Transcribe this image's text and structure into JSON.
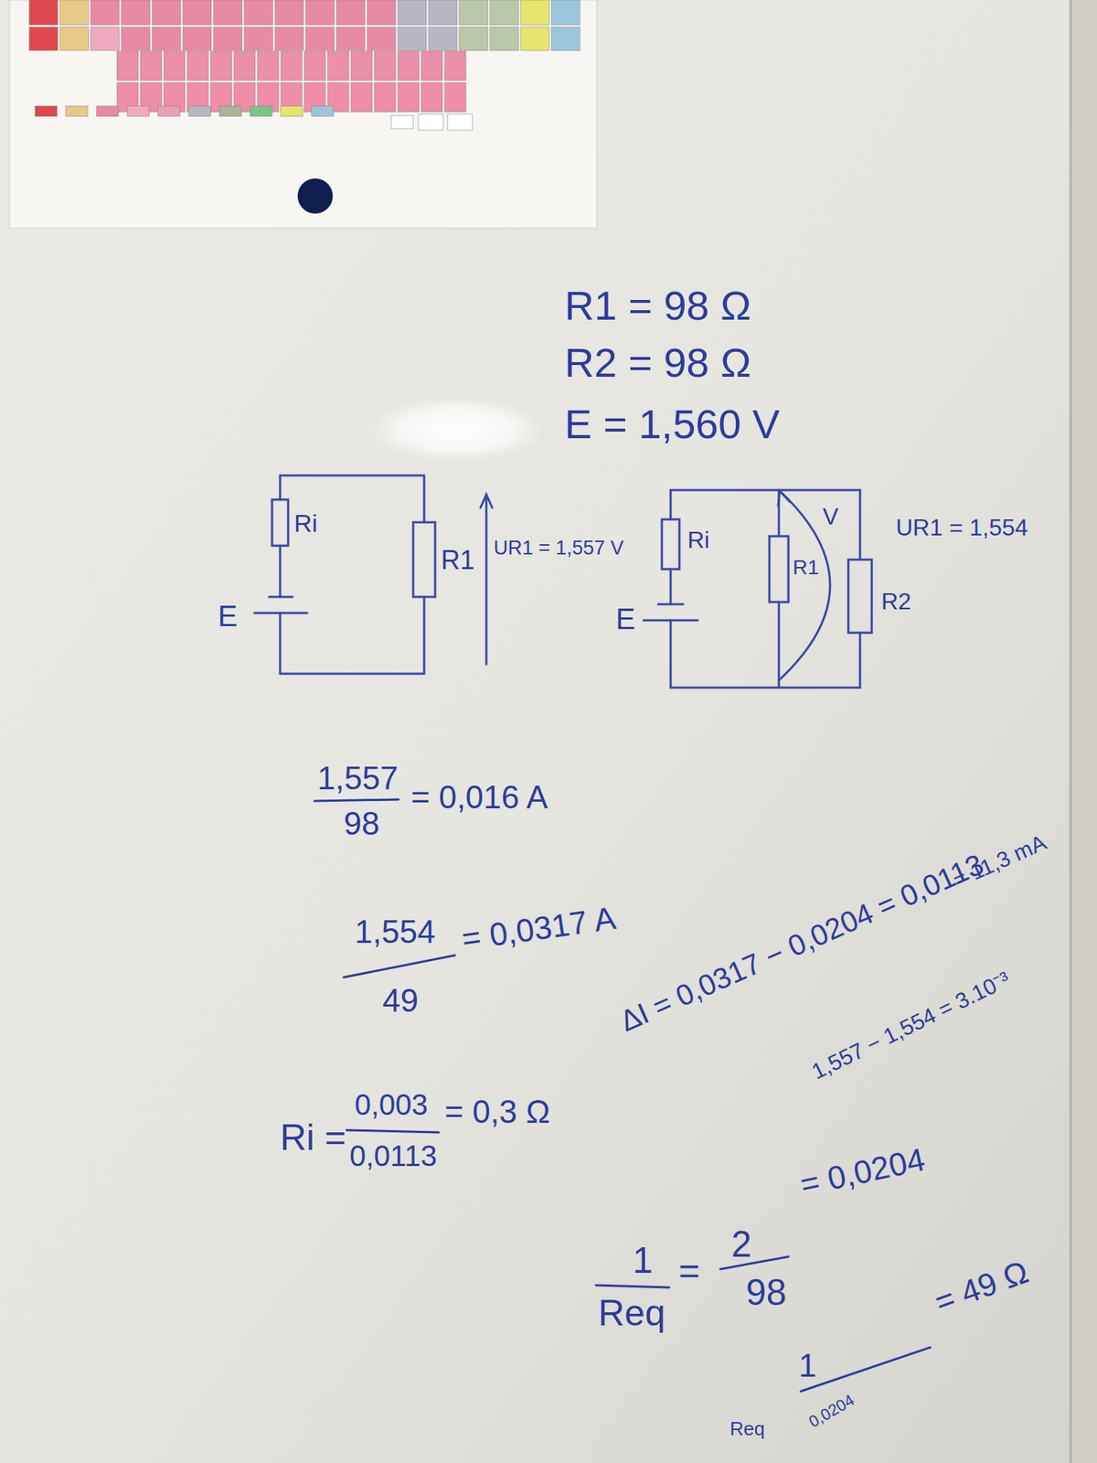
{
  "diagram": {
    "labels": [
      "R1 = 98 Ω",
      "R2 = 98 Ω",
      "E = 1,560 V",
      "Ri",
      "R1",
      "E",
      "UR1 = 1,557 V",
      "Ri",
      "E",
      "V",
      "R1",
      "R2",
      "UR1 = 1,554",
      "1,557",
      "98",
      "= 0,016 A",
      "1,554",
      "49",
      "= 0,0317 A",
      "ΔI = 0,0317 − 0,0204 = 0,0113",
      "= 11,3 mA",
      "1,557 − 1,554 = 3.10⁻³",
      "Ri =",
      "0,003",
      "0,0113",
      "= 0,3 Ω",
      "1",
      "Req",
      "=",
      "2",
      "98",
      "= 0,0204",
      "Req",
      "1",
      "0,0204",
      "= 49 Ω"
    ]
  }
}
